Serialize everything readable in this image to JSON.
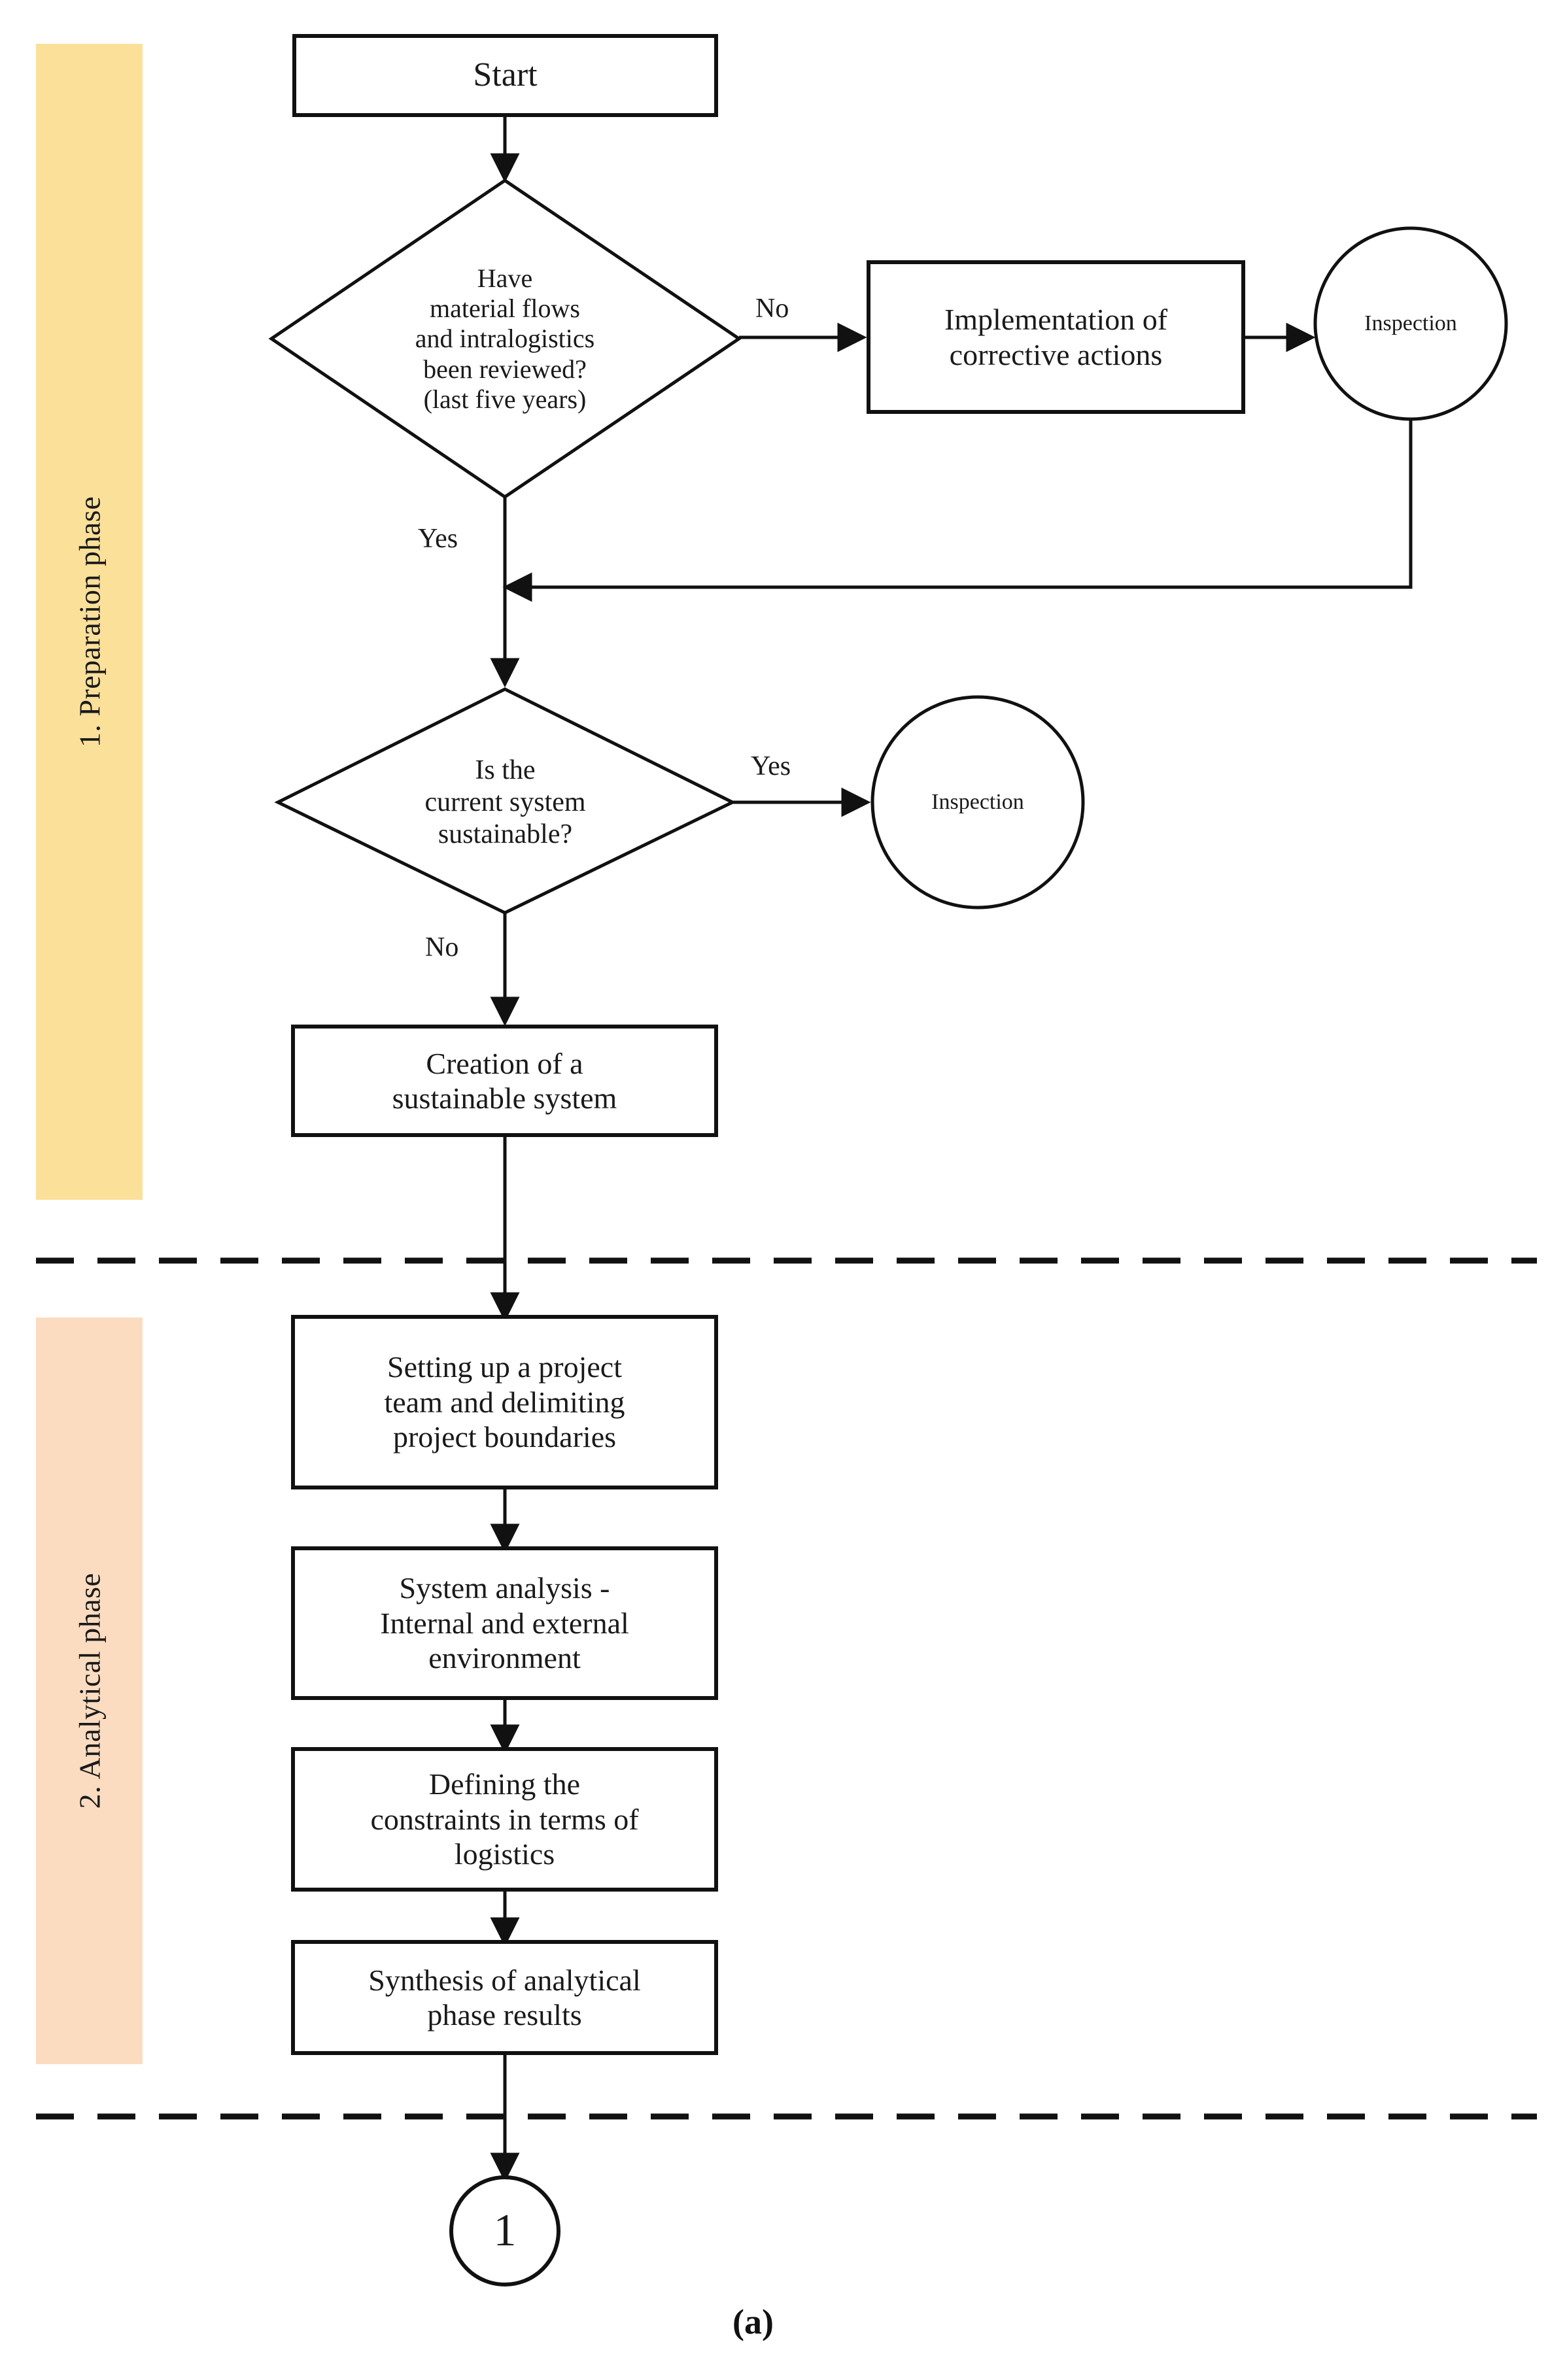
{
  "figure": {
    "caption": "(a)",
    "phases": [
      {
        "id": "preparation",
        "label": "1. Preparation phase",
        "color": "#FBE09A"
      },
      {
        "id": "analytical",
        "label": "2. Analytical phase",
        "color": "#FBDCC0"
      }
    ]
  },
  "chart_data": {
    "type": "diagram",
    "diagram_kind": "flowchart",
    "title": "(a)",
    "lanes": [
      {
        "name": "1. Preparation phase",
        "color": "#FBE09A"
      },
      {
        "name": "2. Analytical phase",
        "color": "#FBDCC0"
      }
    ],
    "nodes": [
      {
        "id": "start",
        "shape": "rectangle",
        "lane": "1. Preparation phase",
        "text": "Start"
      },
      {
        "id": "d1",
        "shape": "diamond",
        "lane": "1. Preparation phase",
        "text": "Have material flows and intralogistics been reviewed? (last five years)"
      },
      {
        "id": "corrective",
        "shape": "rectangle",
        "lane": "1. Preparation phase",
        "text": "Implementation of corrective actions"
      },
      {
        "id": "inspect1",
        "shape": "circle",
        "lane": "1. Preparation phase",
        "text": "Inspection"
      },
      {
        "id": "d2",
        "shape": "diamond",
        "lane": "1. Preparation phase",
        "text": "Is the current system sustainable?"
      },
      {
        "id": "inspect2",
        "shape": "circle",
        "lane": "1. Preparation phase",
        "text": "Inspection"
      },
      {
        "id": "creation",
        "shape": "rectangle",
        "lane": "1. Preparation phase",
        "text": "Creation of a sustainable system"
      },
      {
        "id": "team",
        "shape": "rectangle",
        "lane": "2. Analytical phase",
        "text": "Setting up a project team and delimiting project boundaries"
      },
      {
        "id": "sysanalysis",
        "shape": "rectangle",
        "lane": "2. Analytical phase",
        "text": "System analysis - Internal and external environment"
      },
      {
        "id": "constraints",
        "shape": "rectangle",
        "lane": "2. Analytical phase",
        "text": "Defining the constraints in terms of logistics"
      },
      {
        "id": "synthesis",
        "shape": "rectangle",
        "lane": "2. Analytical phase",
        "text": "Synthesis of analytical phase results"
      },
      {
        "id": "conn1",
        "shape": "connector",
        "lane": "",
        "text": "1"
      }
    ],
    "edges": [
      {
        "from": "start",
        "to": "d1",
        "label": ""
      },
      {
        "from": "d1",
        "to": "corrective",
        "label": "No"
      },
      {
        "from": "d1",
        "to": "d2",
        "label": "Yes"
      },
      {
        "from": "corrective",
        "to": "inspect1",
        "label": ""
      },
      {
        "from": "inspect1",
        "to": "d2",
        "label": ""
      },
      {
        "from": "d2",
        "to": "inspect2",
        "label": "Yes"
      },
      {
        "from": "d2",
        "to": "creation",
        "label": "No"
      },
      {
        "from": "creation",
        "to": "team",
        "label": ""
      },
      {
        "from": "team",
        "to": "sysanalysis",
        "label": ""
      },
      {
        "from": "sysanalysis",
        "to": "constraints",
        "label": ""
      },
      {
        "from": "constraints",
        "to": "synthesis",
        "label": ""
      },
      {
        "from": "synthesis",
        "to": "conn1",
        "label": ""
      }
    ],
    "lane_dividers": 2
  },
  "nodes": {
    "start": {
      "text": "Start"
    },
    "d1": {
      "line1": "Have",
      "line2": "material flows",
      "line3": "and intralogistics",
      "line4": "been reviewed?",
      "line5": "(last five years)"
    },
    "corrective": {
      "line1": "Implementation of",
      "line2": "corrective actions"
    },
    "inspect1": {
      "text": "Inspection"
    },
    "d2": {
      "line1": "Is the",
      "line2": "current system",
      "line3": "sustainable?"
    },
    "inspect2": {
      "text": "Inspection"
    },
    "creation": {
      "line1": "Creation of a",
      "line2": "sustainable system"
    },
    "team": {
      "line1": "Setting up a project",
      "line2": "team and delimiting",
      "line3": "project boundaries"
    },
    "sysanalysis": {
      "line1": "System analysis -",
      "line2": "Internal and external",
      "line3": "environment"
    },
    "constraints": {
      "line1": "Defining the",
      "line2": "constraints in terms of",
      "line3": "logistics"
    },
    "synthesis": {
      "line1": "Synthesis of analytical",
      "line2": "phase results"
    },
    "conn1": {
      "text": "1"
    }
  },
  "edge_labels": {
    "d1_no": "No",
    "d1_yes": "Yes",
    "d2_yes": "Yes",
    "d2_no": "No"
  }
}
